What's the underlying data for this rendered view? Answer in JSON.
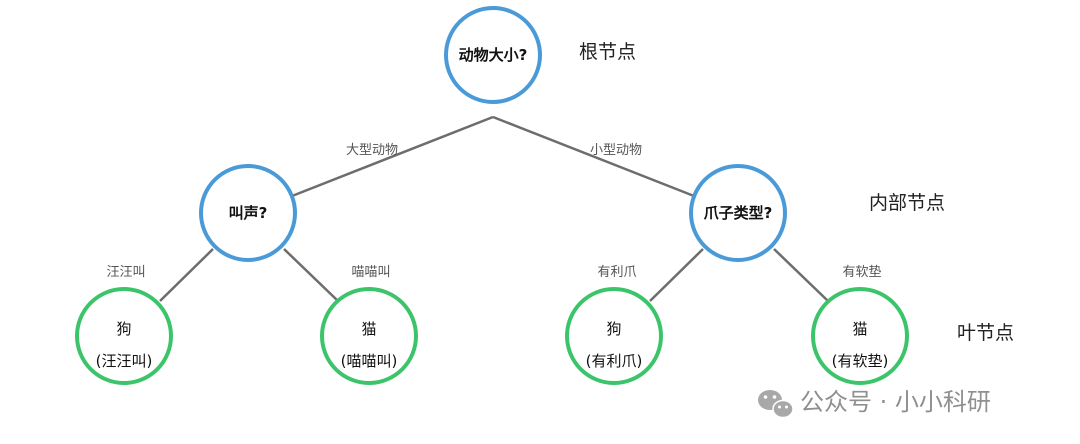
{
  "root": {
    "question": "动物大小?"
  },
  "level_labels": {
    "root": "根节点",
    "internal": "内部节点",
    "leaf": "叶节点"
  },
  "edges": {
    "large": "大型动物",
    "small": "小型动物",
    "bark": "汪汪叫",
    "meow": "喵喵叫",
    "sharp": "有利爪",
    "pad": "有软垫"
  },
  "internal": {
    "left": {
      "question": "叫声?"
    },
    "right": {
      "question": "爪子类型?"
    }
  },
  "leaves": [
    {
      "name": "狗",
      "note": "(汪汪叫)"
    },
    {
      "name": "猫",
      "note": "(喵喵叫)"
    },
    {
      "name": "狗",
      "note": "(有利爪)"
    },
    {
      "name": "猫",
      "note": "(有软垫)"
    }
  ],
  "watermark": {
    "text": "公众号 · 小小科研",
    "icon": "wechat-icon"
  },
  "colors": {
    "decision_node": "#4a9ad8",
    "leaf_node": "#3cc46a",
    "edge": "#6d6d6d"
  }
}
